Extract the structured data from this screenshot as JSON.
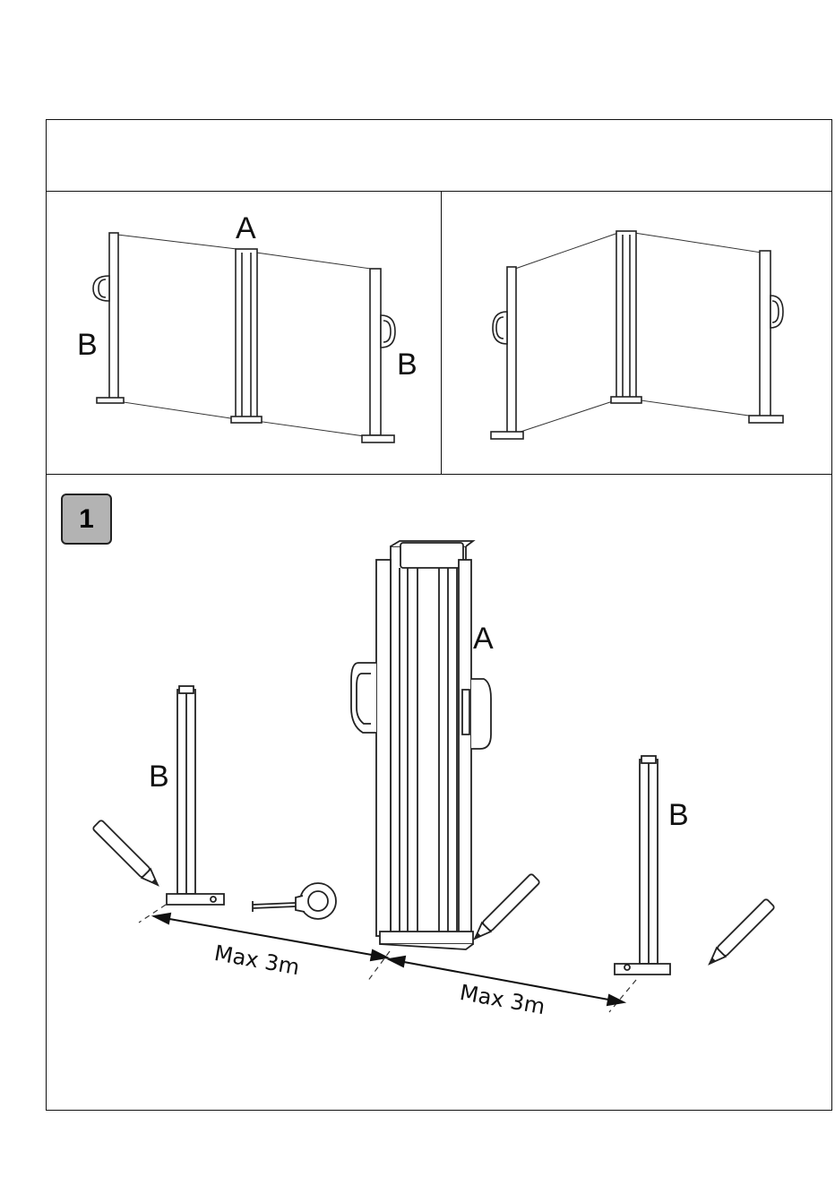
{
  "labels": {
    "part_a": "A",
    "part_b": "B"
  },
  "step": {
    "number": "1"
  },
  "measurements": {
    "left_distance": "Max 3m",
    "right_distance": "Max 3m"
  }
}
